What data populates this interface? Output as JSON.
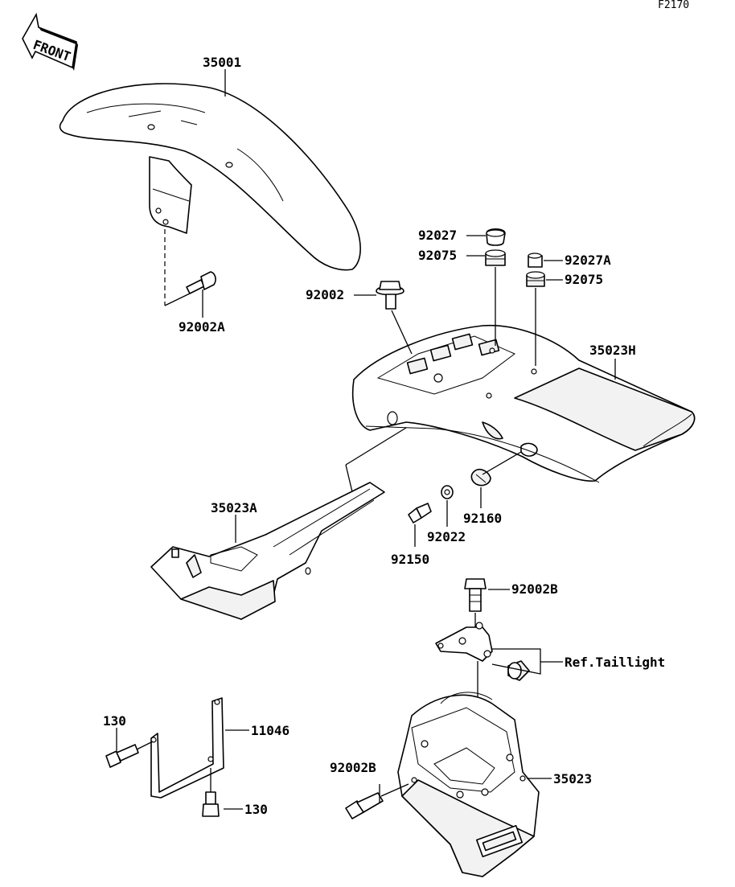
{
  "diagram_code": "F2170",
  "front_arrow": {
    "label": "FRONT"
  },
  "parts": [
    {
      "id": "p35001",
      "label": "35001"
    },
    {
      "id": "p92002A",
      "label": "92002A"
    },
    {
      "id": "p92027",
      "label": "92027"
    },
    {
      "id": "p92075a",
      "label": "92075"
    },
    {
      "id": "p92027A",
      "label": "92027A"
    },
    {
      "id": "p92075b",
      "label": "92075"
    },
    {
      "id": "p92002",
      "label": "92002"
    },
    {
      "id": "p35023H",
      "label": "35023H"
    },
    {
      "id": "p35023A",
      "label": "35023A"
    },
    {
      "id": "p92160",
      "label": "92160"
    },
    {
      "id": "p92022",
      "label": "92022"
    },
    {
      "id": "p92150",
      "label": "92150"
    },
    {
      "id": "p92002Ba",
      "label": "92002B"
    },
    {
      "id": "pRefTaillight",
      "label": "Ref.Taillight"
    },
    {
      "id": "p130a",
      "label": "130"
    },
    {
      "id": "p11046",
      "label": "11046"
    },
    {
      "id": "p130b",
      "label": "130"
    },
    {
      "id": "p92002Bb",
      "label": "92002B"
    },
    {
      "id": "p35023",
      "label": "35023"
    }
  ]
}
